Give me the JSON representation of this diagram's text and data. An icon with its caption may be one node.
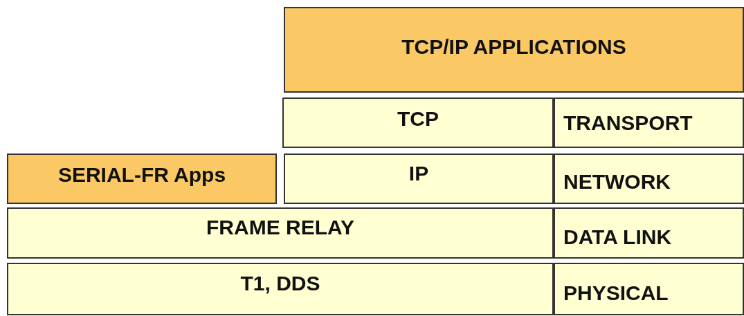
{
  "diagram": {
    "nodes": [
      {
        "text": [
          "TCP/IP APPLICATIONS"
        ]
      },
      {
        "text": [
          "TCP"
        ]
      },
      {
        "text": [
          "TRANSPORT"
        ]
      },
      {
        "text": [
          "SERIAL-FR Apps"
        ]
      },
      {
        "text": [
          "IP"
        ]
      },
      {
        "text": [
          "NETWORK"
        ]
      },
      {
        "text": [
          "FRAME RELAY"
        ]
      },
      {
        "text": [
          "DATA LINK"
        ]
      },
      {
        "text": [
          "T1, DDS"
        ]
      },
      {
        "text": [
          "PHYSICAL"
        ]
      }
    ],
    "edges": []
  }
}
